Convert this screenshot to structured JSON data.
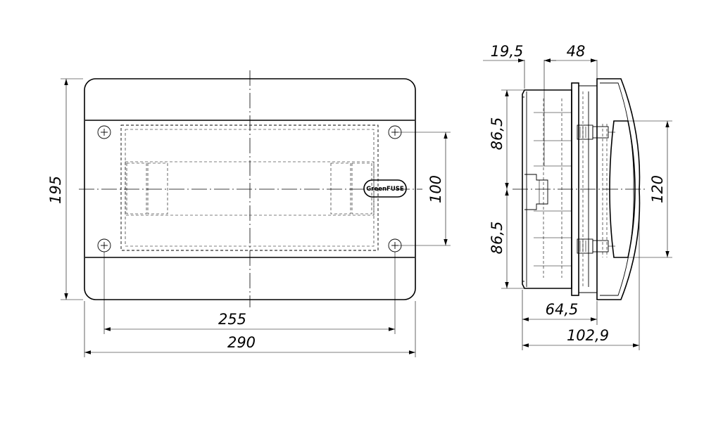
{
  "drawing": {
    "front_view": {
      "dimensions": {
        "height": "195",
        "window_height": "100",
        "mount_width": "255",
        "overall_width": "290"
      },
      "brand_label": "GreenFUSE"
    },
    "side_view": {
      "dimensions": {
        "offset_top": "19,5",
        "cover_depth": "48",
        "upper_half": "86,5",
        "lower_half": "86,5",
        "cover_height": "120",
        "base_depth": "64,5",
        "overall_depth": "102,9"
      }
    },
    "colors": {
      "line": "#000000",
      "background": "#ffffff"
    }
  }
}
